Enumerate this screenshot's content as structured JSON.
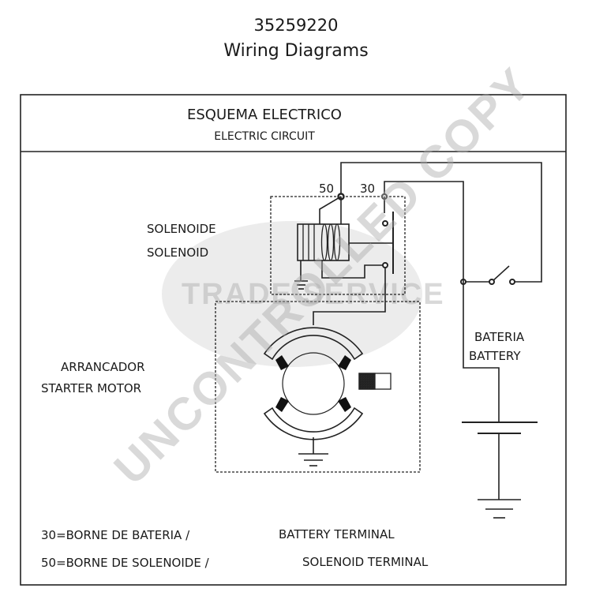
{
  "header": {
    "part_number": "35259220",
    "subtitle": "Wiring Diagrams"
  },
  "panel": {
    "title_es": "ESQUEMA ELECTRICO",
    "title_en": "ELECTRIC CIRCUIT"
  },
  "terminals": {
    "t50": "50",
    "t30": "30"
  },
  "labels": {
    "solenoid_es": "SOLENOIDE",
    "solenoid_en": "SOLENOID",
    "starter_es": "ARRANCADOR",
    "starter_en": "STARTER MOTOR",
    "battery_es": "BATERIA",
    "battery_en": "BATTERY"
  },
  "legend": {
    "l30_es": "30=BORNE DE BATERIA /",
    "l30_en": "BATTERY TERMINAL",
    "l50_es": "50=BORNE DE SOLENOIDE /",
    "l50_en": "SOLENOID TERMINAL"
  },
  "watermark": {
    "main": "UNCONTROLLED COPY",
    "logo": "TRADE SERVICE"
  }
}
